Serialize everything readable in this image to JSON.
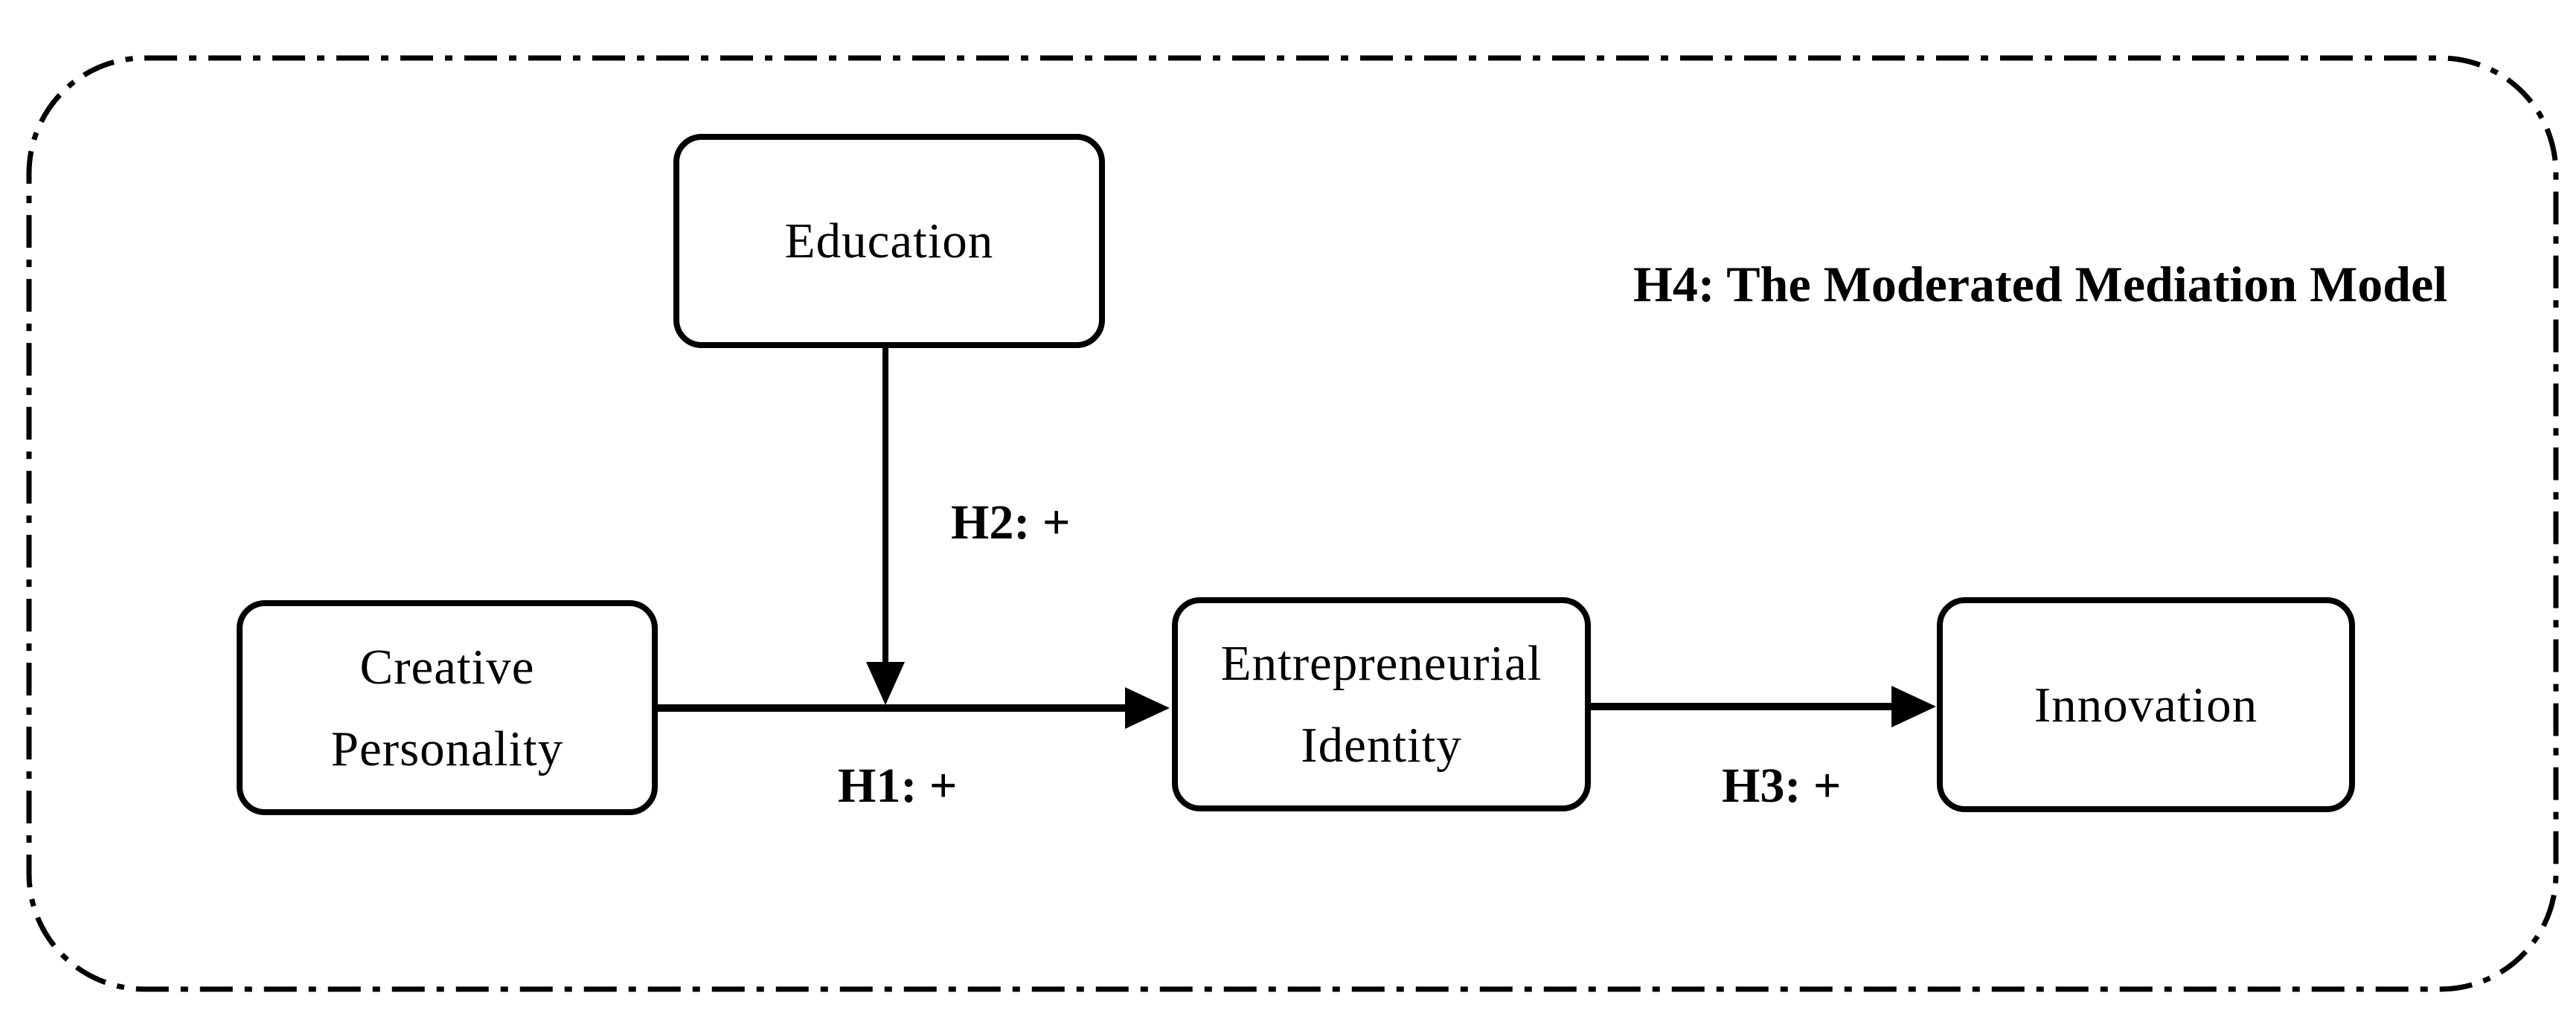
{
  "diagram": {
    "title": "H4: The Moderated Mediation Model",
    "background_color": "#ffffff",
    "ink_color": "#000000",
    "nodes": {
      "education": {
        "label": "Education"
      },
      "creative_personality": {
        "label": "Creative\nPersonality"
      },
      "entrepreneurial_identity": {
        "label": "Entrepreneurial\nIdentity"
      },
      "innovation": {
        "label": "Innovation"
      }
    },
    "edges": {
      "h1": {
        "label": "H1: +",
        "from": "creative_personality",
        "to": "entrepreneurial_identity"
      },
      "h2": {
        "label": "H2: +",
        "from": "education",
        "to": "h1_path"
      },
      "h3": {
        "label": "H3: +",
        "from": "entrepreneurial_identity",
        "to": "innovation"
      }
    }
  }
}
